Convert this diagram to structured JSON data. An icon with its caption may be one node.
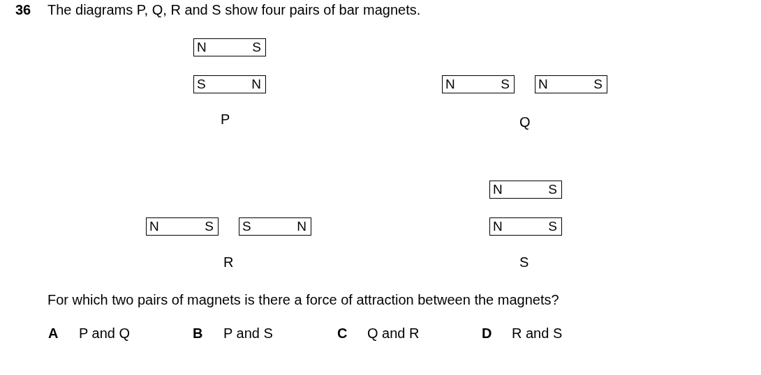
{
  "diagram": {
    "title": "The diagrams P, Q, R and S show four pairs of bar magnets.",
    "nodes": [
      {
        "text": [
          "N",
          "S"
        ]
      },
      {
        "text": [
          "S",
          "N"
        ]
      },
      {
        "text": [
          "N",
          "S"
        ]
      },
      {
        "text": [
          "N",
          "S"
        ]
      },
      {
        "text": [
          "N",
          "S"
        ]
      },
      {
        "text": [
          "S",
          "N"
        ]
      },
      {
        "text": [
          "N",
          "S"
        ]
      },
      {
        "text": [
          "N",
          "S"
        ]
      }
    ],
    "labels": [
      "36",
      "P",
      "Q",
      "R",
      "S",
      "For which two pairs of magnets is there a force of attraction between the magnets?",
      "A",
      "P and Q",
      "B",
      "P and S",
      "C",
      "Q and R",
      "D",
      "R and S"
    ]
  }
}
